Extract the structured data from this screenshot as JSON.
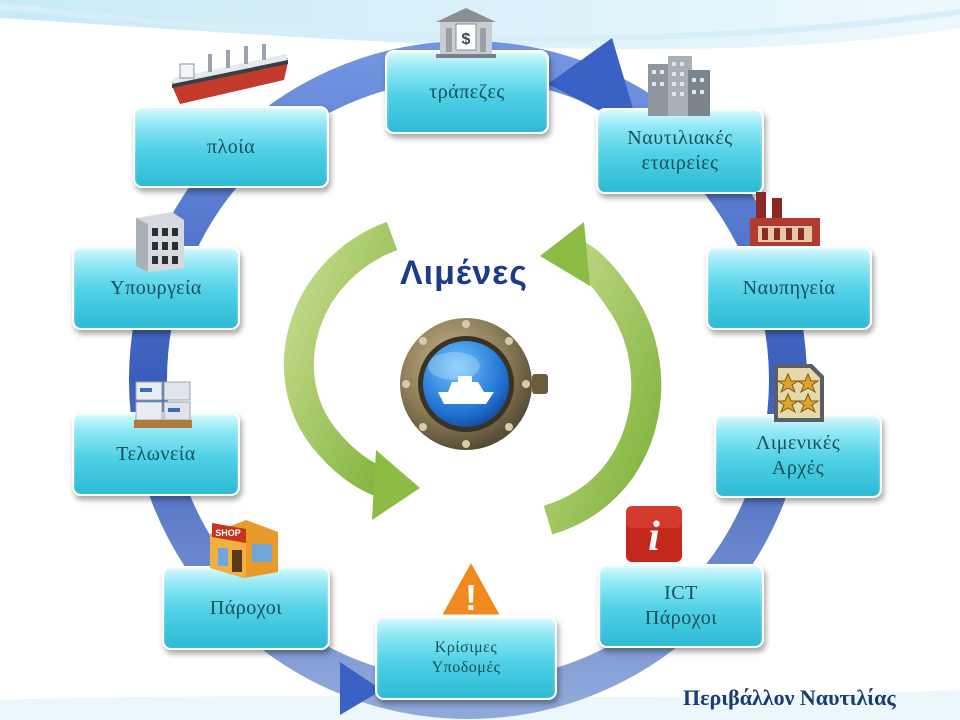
{
  "center": {
    "title": "Λιμένες"
  },
  "footer": {
    "title": "Περιβάλλον Ναυτιλίας"
  },
  "nodes": {
    "banks": "τράπεζες",
    "shipping_companies": "Ναυτιλιακές\nεταιρείες",
    "shipyards": "Ναυπηγεία",
    "port_authorities": "Λιμενικές\nΑρχές",
    "ict_providers": "ICT\nΠάροχοι",
    "critical_infrastructure": "Κρίσιμες\nΥποδομές",
    "providers": "Πάροχοι",
    "customs": "Τελωνεία",
    "ministry": "Υπουργεία",
    "ships": "πλοία"
  },
  "icons": {
    "shop_sign": "SHOP",
    "info_letter": "i",
    "warning_mark": "!",
    "bank_symbol": "$"
  },
  "colors": {
    "outer_cycle": "#2f55b8",
    "inner_cycle": "#93c04a",
    "node_fill": "#4fd0e6",
    "node_text": "#16505a",
    "title": "#1a3c8a"
  }
}
